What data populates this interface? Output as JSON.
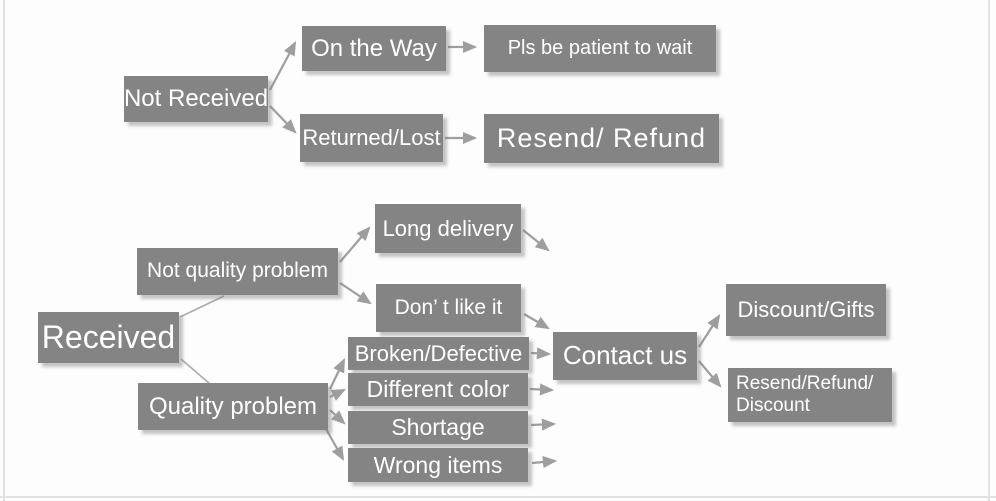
{
  "diagram": {
    "type": "flowchart",
    "topic": "after-sale service decision flow",
    "colors": {
      "node_fill": "#848484",
      "node_text": "#ffffff",
      "arrow": "#9e9e9e",
      "background": "#fdfdfd",
      "frame_line": "#e2e2e2"
    }
  },
  "nodes": {
    "not_received": "Not Received",
    "on_the_way": "On the Way",
    "pls_be_patient": "Pls be patient to wait",
    "returned_lost": "Returned/Lost",
    "resend_refund": "Resend/ Refund",
    "received": "Received",
    "not_quality_problem": "Not quality problem",
    "long_delivery": "Long delivery",
    "dont_like_it": "Don’ t like it",
    "broken_defective": "Broken/Defective",
    "different_color": "Different color",
    "shortage": "Shortage",
    "wrong_items": "Wrong items",
    "quality_problem": "Quality problem",
    "contact_us": "Contact us",
    "discount_gifts": "Discount/Gifts",
    "resend_refund_discount_line1": "Resend/Refund/",
    "resend_refund_discount_line2": "Discount"
  },
  "connections": [
    {
      "from": "Not Received",
      "to": "On the Way",
      "style": "arrow"
    },
    {
      "from": "Not Received",
      "to": "Returned/Lost",
      "style": "arrow"
    },
    {
      "from": "On the Way",
      "to": "Pls be patient to wait",
      "style": "arrow"
    },
    {
      "from": "Returned/Lost",
      "to": "Resend/ Refund",
      "style": "arrow"
    },
    {
      "from": "Received",
      "to": "Not quality problem",
      "style": "line"
    },
    {
      "from": "Received",
      "to": "Quality problem",
      "style": "line"
    },
    {
      "from": "Not quality problem",
      "to": "Long delivery",
      "style": "arrow"
    },
    {
      "from": "Not quality problem",
      "to": "Don’ t like it",
      "style": "arrow"
    },
    {
      "from": "Long delivery",
      "to": "Contact us",
      "style": "arrow"
    },
    {
      "from": "Don’ t like it",
      "to": "Contact us",
      "style": "arrow"
    },
    {
      "from": "Broken/Defective",
      "to": "Contact us",
      "style": "arrow"
    },
    {
      "from": "Different color",
      "to": "Contact us",
      "style": "arrow"
    },
    {
      "from": "Shortage",
      "to": "Contact us",
      "style": "arrow"
    },
    {
      "from": "Wrong items",
      "to": "Contact us",
      "style": "arrow"
    },
    {
      "from": "Quality problem",
      "to": "Broken/Defective",
      "style": "arrow"
    },
    {
      "from": "Quality problem",
      "to": "Different color",
      "style": "arrow"
    },
    {
      "from": "Quality problem",
      "to": "Shortage",
      "style": "arrow"
    },
    {
      "from": "Quality problem",
      "to": "Wrong items",
      "style": "arrow"
    },
    {
      "from": "Contact us",
      "to": "Discount/Gifts",
      "style": "arrow"
    },
    {
      "from": "Contact us",
      "to": "Resend/Refund/ Discount",
      "style": "arrow"
    }
  ]
}
